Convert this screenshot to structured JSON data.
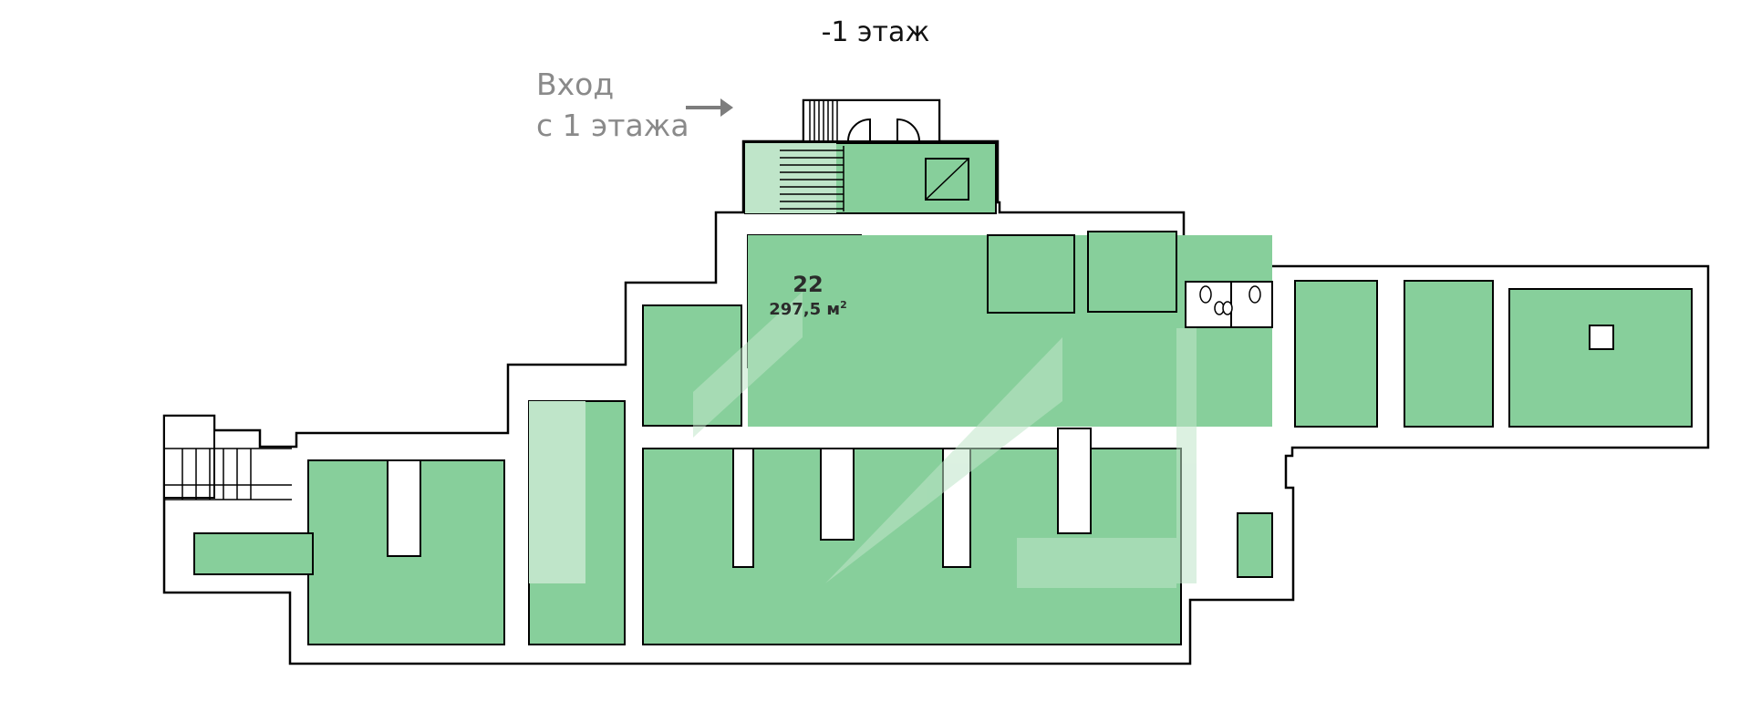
{
  "floor": {
    "title": "-1 этаж"
  },
  "entrance": {
    "line1": "Вход",
    "line2": "с 1 этажа",
    "arrow_icon": "arrow-right-icon"
  },
  "unit": {
    "number": "22",
    "area_value": "297,5 м",
    "area_unit_sup": "2"
  },
  "colors": {
    "room_fill": "#87cf9b",
    "highlight_fill": "#bfe5c9",
    "wall": "#000000",
    "text_gray": "#8a8a8a"
  }
}
